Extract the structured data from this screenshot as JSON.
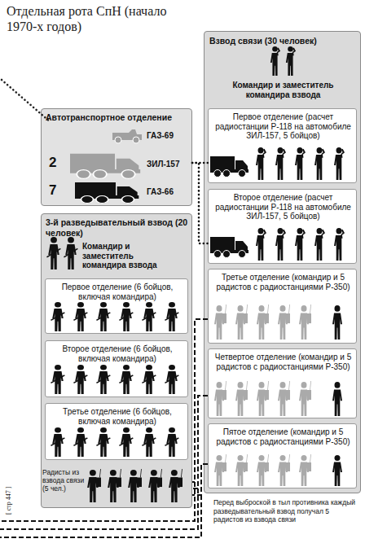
{
  "diagram": {
    "title": "Отдельная рота СпН (начало 1970-х годов)",
    "nodes": [
      {
        "text": [
          "Взвод связи (30 человек)",
          "Командир и заместитель командира взвода"
        ]
      },
      {
        "text": [
          "Первое отделение (расчет радиостанции Р-118 на автомобиле ЗИЛ-157, 5 бойцов)"
        ],
        "in": 0
      },
      {
        "text": [
          "Второе отделение (расчет радиостанции Р-118 на автомобиле ЗИЛ-157, 5 бойцов)"
        ],
        "in": 0
      },
      {
        "text": [
          "Третье отделение (командир и 5 радистов с радиостанциями Р-350)"
        ],
        "in": 0
      },
      {
        "text": [
          "Четвертое отделение (командир и 5 радистов с радиостанциями Р-350)"
        ],
        "in": 0
      },
      {
        "text": [
          "Пятое отделение (командир и 5 радистов с радиостанциями Р-350)"
        ],
        "in": 0
      },
      {
        "text": [
          "Автотранспортное отделение"
        ]
      },
      {
        "text": [
          "3-й разведывательный взвод (20 человек)",
          "Командир и заместитель командира взвода"
        ]
      },
      {
        "text": [
          "Первое отделение (6 бойцов, включая командира)"
        ],
        "in": 7
      },
      {
        "text": [
          "Второе отделение (6 бойцов, включая командира)"
        ],
        "in": 7
      },
      {
        "text": [
          "Третье отделение (6 бойцов, включая командира)"
        ],
        "in": 7
      },
      {
        "text": [
          "Радисты из взвода связи (5 чел.)"
        ],
        "in": 7
      }
    ],
    "edges": [
      {
        "from": 6,
        "to": 1,
        "arrow": "none"
      },
      {
        "from": 6,
        "to": 2,
        "arrow": "none"
      },
      {
        "from": 3,
        "to": 11,
        "arrow": "none"
      },
      {
        "from": 4,
        "to": 11,
        "arrow": "none"
      },
      {
        "from": 5,
        "to": 11,
        "arrow": "none"
      }
    ],
    "labels": [
      "ГАЗ-69",
      "2",
      "ЗИЛ-157",
      "7",
      "ГАЗ-66",
      "[ стр 447 ]",
      "Перед выброской в тыл противника каждый разведывательный взвод получал 5 радистов из взвода связи"
    ]
  }
}
